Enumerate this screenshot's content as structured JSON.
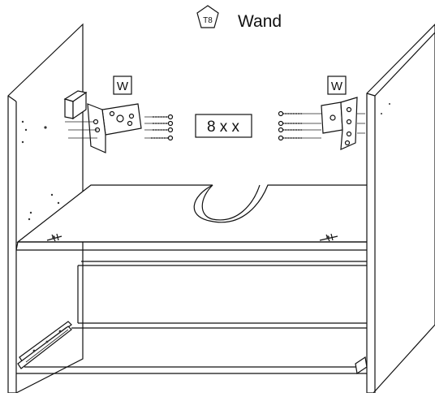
{
  "header": {
    "part_code": "T8",
    "part_name": "Wand"
  },
  "labels": {
    "bracket_left": "W",
    "bracket_right": "W",
    "quantity": "8 x x"
  },
  "icons": {
    "part_badge": "pentagon-badge-icon",
    "bracket": "angle-bracket-icon",
    "screw": "screw-icon",
    "drawer_rail": "drawer-rail-icon"
  }
}
